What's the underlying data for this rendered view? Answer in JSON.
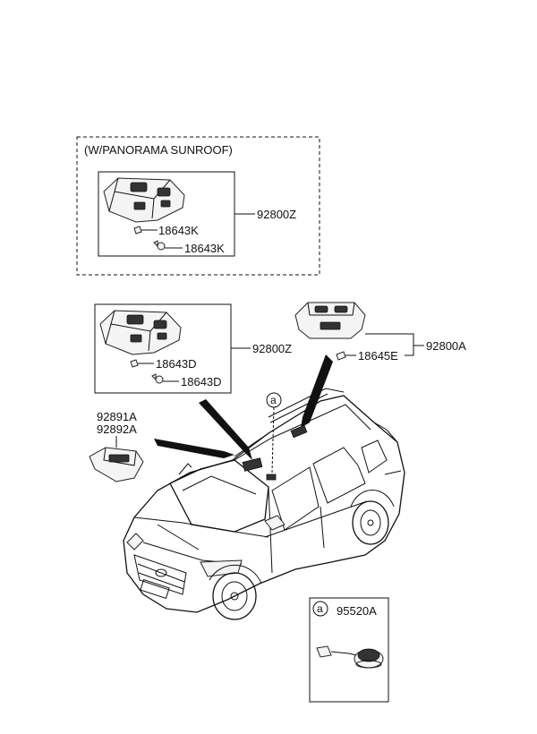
{
  "panorama_box": {
    "title": "(W/PANORAMA SUNROOF)",
    "assembly_label": "92800Z",
    "bulb_label_1": "18643K",
    "bulb_label_2": "18643K"
  },
  "standard_box": {
    "assembly_label": "92800Z",
    "bulb_label_1": "18643D",
    "bulb_label_2": "18643D"
  },
  "rear_lamp": {
    "assembly_label": "92800A",
    "bulb_label": "18645E"
  },
  "vanity_lamp": {
    "label_1": "92891A",
    "label_2": "92892A"
  },
  "sensor_callout": {
    "marker": "a",
    "part_label": "95520A"
  },
  "car_marker": "a"
}
